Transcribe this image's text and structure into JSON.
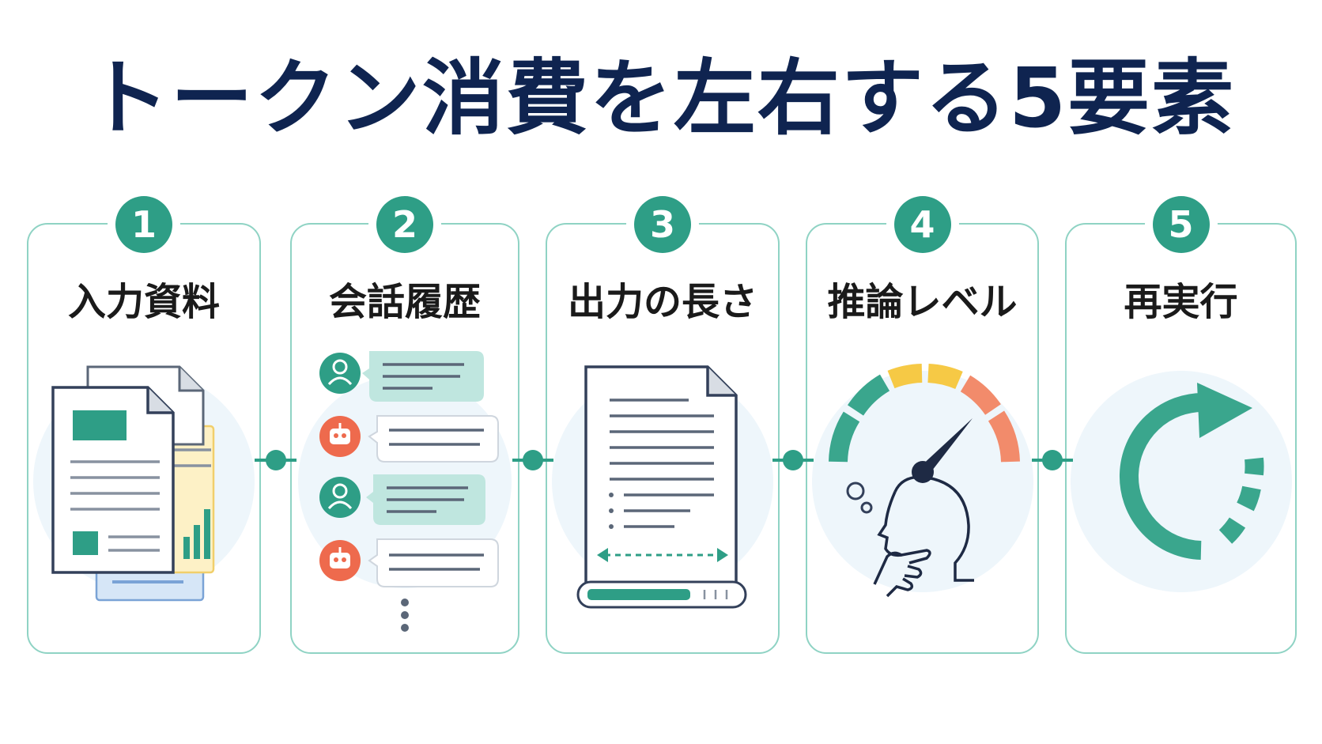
{
  "title": "トークン消費を左右する5要素",
  "colors": {
    "accent": "#2e9e86",
    "card_border": "#8fd3c4",
    "title": "#0f2450",
    "gauge_green": "#3aa68d",
    "gauge_yellow": "#f6c945",
    "gauge_red": "#f28b6b"
  },
  "steps": [
    {
      "number": "1",
      "label": "入力資料",
      "icon": "documents-icon"
    },
    {
      "number": "2",
      "label": "会話履歴",
      "icon": "chat-history-icon"
    },
    {
      "number": "3",
      "label": "出力の長さ",
      "icon": "output-length-icon"
    },
    {
      "number": "4",
      "label": "推論レベル",
      "icon": "reasoning-gauge-icon"
    },
    {
      "number": "5",
      "label": "再実行",
      "icon": "rerun-icon"
    }
  ]
}
